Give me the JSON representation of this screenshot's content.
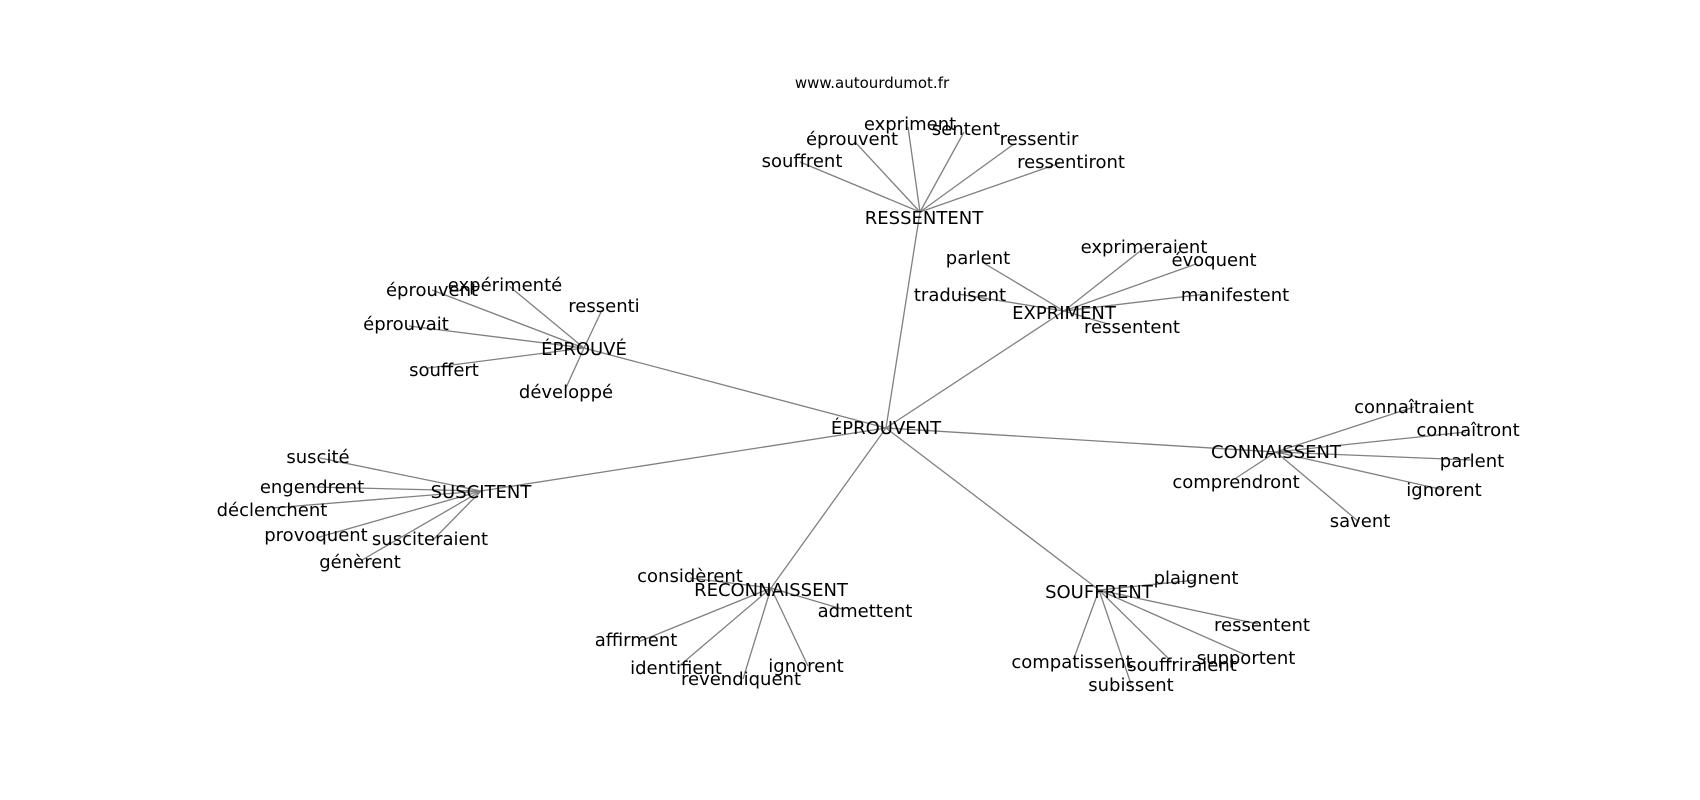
{
  "source": "www.autourdumot.fr",
  "colors": {
    "edge": "#808080",
    "text": "#000000",
    "background": "#ffffff"
  },
  "center": "ÉPROUVENT",
  "clusters": [
    {
      "hub": "RESSENTENT",
      "leaves": [
        "souffrent",
        "éprouvent",
        "expriment",
        "sentent",
        "ressentir",
        "ressentiront"
      ]
    },
    {
      "hub": "EXPRIMENT",
      "leaves": [
        "parlent",
        "traduisent",
        "exprimeraient",
        "évoquent",
        "manifestent",
        "ressentent"
      ]
    },
    {
      "hub": "ÉPROUVÉ",
      "leaves": [
        "éprouvent",
        "expérimenté",
        "ressenti",
        "éprouvait",
        "souffert",
        "développé"
      ]
    },
    {
      "hub": "CONNAISSENT",
      "leaves": [
        "connaîtraient",
        "connaîtront",
        "parlent",
        "comprendront",
        "ignorent",
        "savent"
      ]
    },
    {
      "hub": "SUSCITENT",
      "leaves": [
        "suscité",
        "engendrent",
        "déclenchent",
        "provoquent",
        "susciteraient",
        "génèrent"
      ]
    },
    {
      "hub": "RECONNAISSENT",
      "leaves": [
        "considèrent",
        "admettent",
        "affirment",
        "identifient",
        "revendiquent",
        "ignorent"
      ]
    },
    {
      "hub": "SOUFFRENT",
      "leaves": [
        "plaignent",
        "ressentent",
        "supportent",
        "souffriraient",
        "compatissent",
        "subissent"
      ]
    }
  ]
}
